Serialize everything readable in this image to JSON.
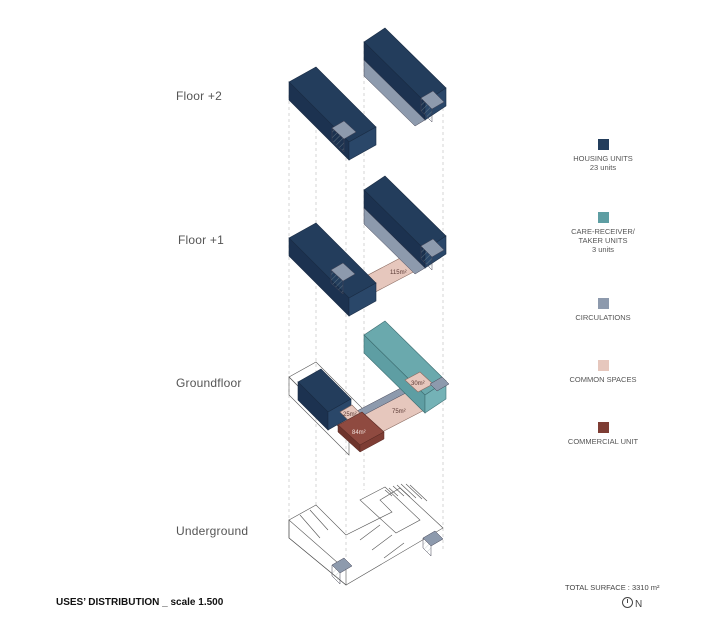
{
  "floors": {
    "floor2": "Floor +2",
    "floor1": "Floor +1",
    "ground": "Groundfloor",
    "underground": "Underground"
  },
  "areas": {
    "f1_common": "115m²",
    "g_common_right": "30m²",
    "g_common_mid": "75m²",
    "g_common_small": "25m²",
    "g_commercial": "84m²"
  },
  "legend": {
    "housing": {
      "line1": "HOUSING UNITS",
      "line2": "23 units",
      "color": "#233d5c"
    },
    "care": {
      "line1": "CARE-RECEIVER/",
      "line2": "TAKER UNITS",
      "line3": "3 units",
      "color": "#5e9ea3"
    },
    "circulation": {
      "line1": "CIRCULATIONS",
      "color": "#8d9aad"
    },
    "common": {
      "line1": "COMMON SPACES",
      "color": "#e6c7bd"
    },
    "commercial": {
      "line1": "COMMERCIAL UNIT",
      "color": "#7e3d34"
    }
  },
  "footer": {
    "title": "USES’ DISTRIBUTION _ scale 1.500",
    "total_surface": "TOTAL SURFACE : 3310 m²",
    "north": "N"
  }
}
